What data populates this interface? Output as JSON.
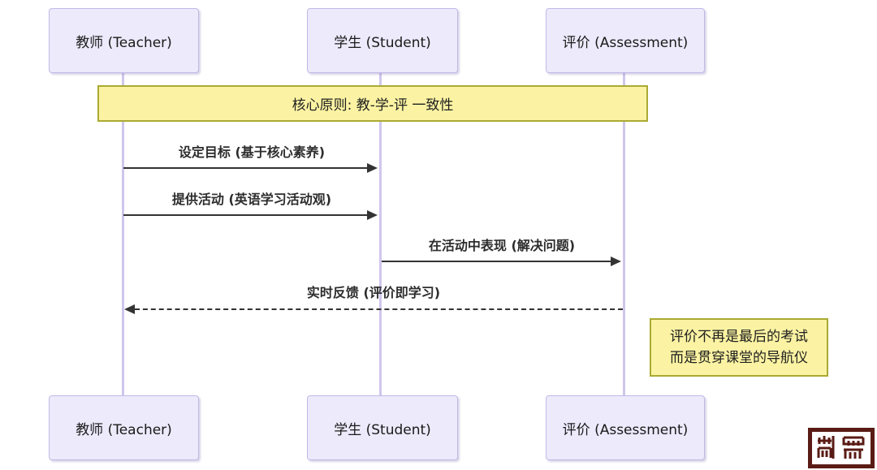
{
  "actors": {
    "teacher": {
      "label": "教师 (Teacher)"
    },
    "student": {
      "label": "学生 (Student)"
    },
    "assessment": {
      "label": "评价 (Assessment)"
    }
  },
  "banner_note": {
    "text": "核心原则: 教-学-评 一致性"
  },
  "messages": [
    {
      "label": "设定目标 (基于核心素养)",
      "from": "teacher",
      "to": "student",
      "line": "solid",
      "direction": "right"
    },
    {
      "label": "提供活动 (英语学习活动观)",
      "from": "teacher",
      "to": "student",
      "line": "solid",
      "direction": "right"
    },
    {
      "label": "在活动中表现 (解决问题)",
      "from": "student",
      "to": "assessment",
      "line": "solid",
      "direction": "right"
    },
    {
      "label": "实时反馈 (评价即学习)",
      "from": "assessment",
      "to": "teacher",
      "line": "dashed",
      "direction": "left"
    }
  ],
  "side_note": {
    "line1": "评价不再是最后的考试",
    "line2": "而是贯穿课堂的导航仪"
  },
  "colors": {
    "actor_fill": "#eceafb",
    "actor_border": "#c3b9e8",
    "lifeline": "#cfc6ec",
    "note_fill": "#fbf3a3",
    "note_border": "#aaaa33",
    "arrow": "#333333",
    "seal": "#5a1b15"
  }
}
